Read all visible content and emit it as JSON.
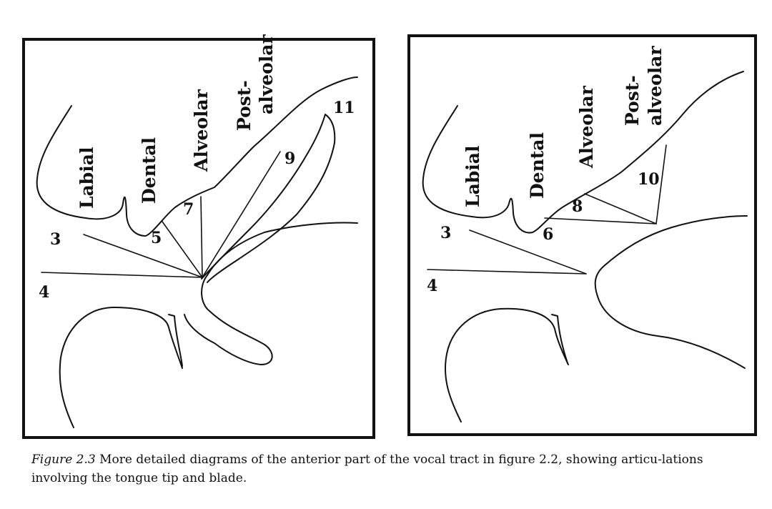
{
  "left_panel": {
    "region_labels": {
      "labial": "Labial",
      "dental": "Dental",
      "alveolar": "Alveolar",
      "post_1": "Post-",
      "post_2": "alveolar"
    },
    "numbers": [
      "3",
      "4",
      "5",
      "7",
      "9",
      "11"
    ]
  },
  "right_panel": {
    "region_labels": {
      "labial": "Labial",
      "dental": "Dental",
      "alveolar": "Alveolar",
      "post_1": "Post-",
      "post_2": "alveolar"
    },
    "numbers": [
      "3",
      "4",
      "6",
      "8",
      "10"
    ]
  },
  "caption": {
    "figure_label": "Figure 2.3",
    "text": "More detailed diagrams of the anterior part of the vocal tract in figure 2.2, showing articu-lations involving the tongue tip and blade."
  }
}
